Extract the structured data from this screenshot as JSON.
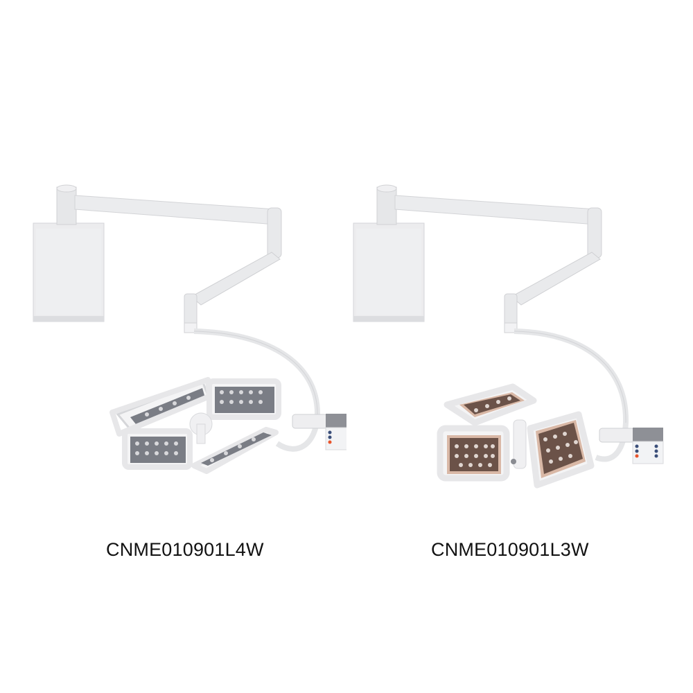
{
  "products": [
    {
      "model": "CNME010901L4W",
      "heads": 4,
      "led_panel_color": "#7a7d85",
      "panel_frame_color": "#f3f3f3"
    },
    {
      "model": "CNME010901L3W",
      "heads": 3,
      "led_panel_color": "#6b5248",
      "panel_frame_color": "#d9b8a6"
    }
  ],
  "colors": {
    "background": "#ffffff",
    "arm": "#e9eaec",
    "arm_shadow": "#c9cbcf",
    "control_panel_top": "#8e9096",
    "control_button_blue": "#3b4f7a",
    "control_button_red": "#e8542c"
  }
}
